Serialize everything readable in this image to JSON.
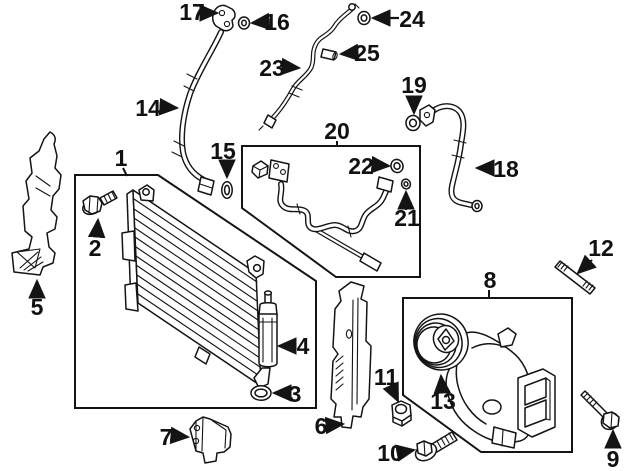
{
  "diagram": {
    "kind": "exploded-parts-diagram",
    "background_color": "#ffffff",
    "line_color": "#141414",
    "text_color": "#111111",
    "callouts": [
      {
        "num": "1",
        "part": "condenser-assembly-box"
      },
      {
        "num": "2",
        "part": "condenser-mount-bolt"
      },
      {
        "num": "3",
        "part": "o-ring-seal-lower"
      },
      {
        "num": "4",
        "part": "receiver-drier"
      },
      {
        "num": "5",
        "part": "left-side-bracket"
      },
      {
        "num": "6",
        "part": "right-side-bracket"
      },
      {
        "num": "7",
        "part": "lower-mount-bracket"
      },
      {
        "num": "8",
        "part": "compressor-assembly-box"
      },
      {
        "num": "9",
        "part": "long-mount-bolt"
      },
      {
        "num": "10",
        "part": "flange-bolt"
      },
      {
        "num": "11",
        "part": "mount-nut"
      },
      {
        "num": "12",
        "part": "mount-stud"
      },
      {
        "num": "13",
        "part": "clutch-pulley"
      },
      {
        "num": "14",
        "part": "suction-hose"
      },
      {
        "num": "15",
        "part": "o-ring-seal-hose-end"
      },
      {
        "num": "16",
        "part": "o-ring-seal-upper"
      },
      {
        "num": "17",
        "part": "hose-top-fitting"
      },
      {
        "num": "18",
        "part": "liquid-pipe"
      },
      {
        "num": "19",
        "part": "o-ring-seal-pipe"
      },
      {
        "num": "20",
        "part": "pipe-assembly-box"
      },
      {
        "num": "21",
        "part": "o-ring-seal-small"
      },
      {
        "num": "22",
        "part": "o-ring-seal-pipe-assembly"
      },
      {
        "num": "23",
        "part": "drain-hose"
      },
      {
        "num": "24",
        "part": "grommet-seal"
      },
      {
        "num": "25",
        "part": "hose-branch-fitting"
      }
    ]
  }
}
